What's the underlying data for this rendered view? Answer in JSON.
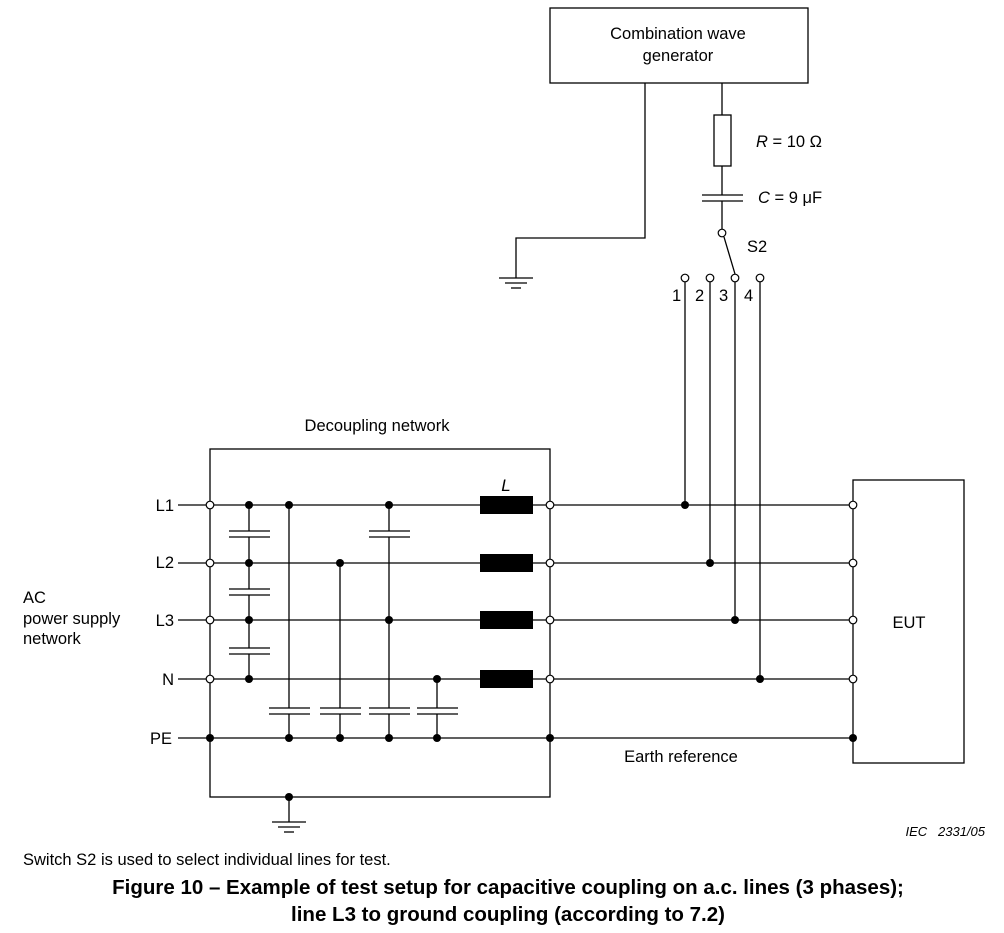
{
  "generator": {
    "title_line1": "Combination wave",
    "title_line2": "generator"
  },
  "components": {
    "resistor_prefix": "R",
    "resistor_value": " = 10 Ω",
    "capacitor_prefix": "C",
    "capacitor_value": " = 9 μF",
    "switch_label": "S2",
    "switch_positions": [
      "1",
      "2",
      "3",
      "4"
    ],
    "inductor_label": "L"
  },
  "network": {
    "decoupling_label": "Decoupling network",
    "ac_line1": "AC",
    "ac_line2": "power supply",
    "ac_line3": "network",
    "earth_reference": "Earth reference",
    "eut_label": "EUT"
  },
  "lines": [
    "L1",
    "L2",
    "L3",
    "N",
    "PE"
  ],
  "figure": {
    "ref": "IEC   2331/05",
    "note": "Switch S2 is used to select individual lines for test.",
    "caption_line1": "Figure 10 – Example of test setup for capacitive coupling on a.c. lines (3 phases);",
    "caption_line2": "line L3 to ground coupling (according to 7.2)"
  }
}
